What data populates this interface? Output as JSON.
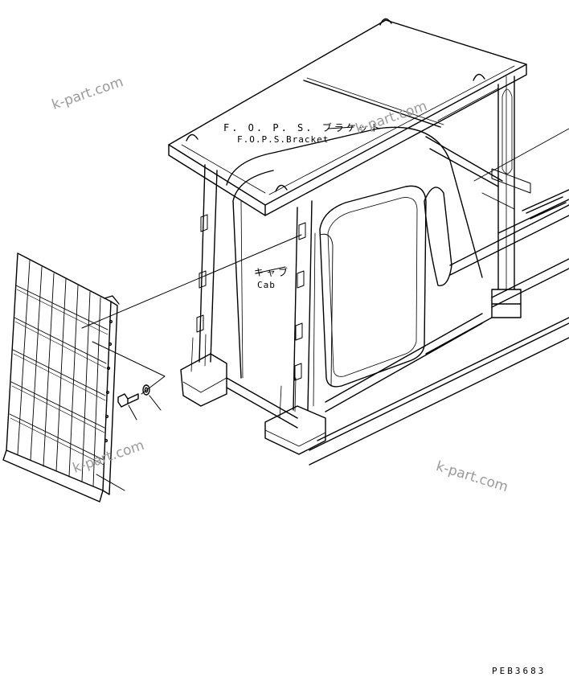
{
  "labels": {
    "fops_jp": "F. O. P. S. ブラケット",
    "fops_en": "F.O.P.S.Bracket",
    "cab_jp": "キャブ",
    "cab_en": "Cab"
  },
  "watermark": "k-part.com",
  "drawing_code": "PEB3683",
  "colors": {
    "line": "#000000",
    "watermark": "#9a9a9a"
  }
}
